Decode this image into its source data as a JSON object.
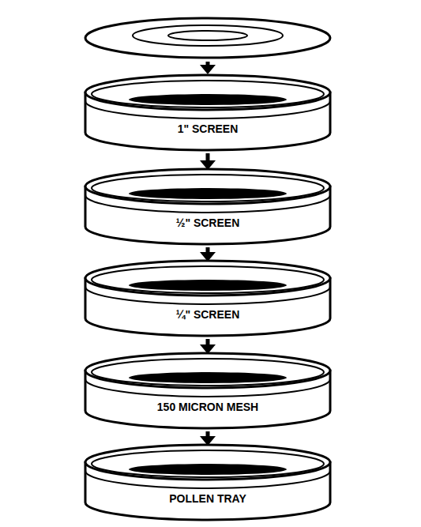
{
  "diagram": {
    "nodes": [
      {
        "text": [
          "1\" SCREEN"
        ]
      },
      {
        "text": [
          "½\" SCREEN"
        ]
      },
      {
        "text": [
          "¼\" SCREEN"
        ]
      },
      {
        "text": [
          "150 MICRON MESH"
        ]
      },
      {
        "text": [
          "POLLEN TRAY"
        ]
      }
    ],
    "edges": [
      {
        "from": 0,
        "to": 1,
        "arrow": "to"
      },
      {
        "from": 1,
        "to": 2,
        "arrow": "to"
      },
      {
        "from": 2,
        "to": 3,
        "arrow": "to"
      },
      {
        "from": 3,
        "to": 4,
        "arrow": "to"
      }
    ]
  }
}
